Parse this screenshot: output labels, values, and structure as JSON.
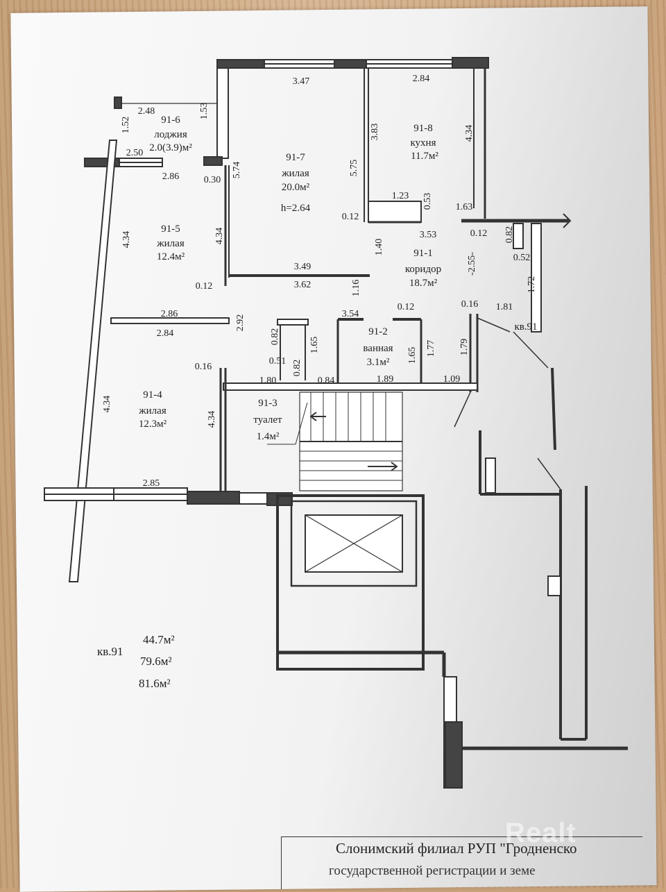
{
  "rooms": {
    "r916": {
      "id": "91-6",
      "name": "лоджия",
      "area": "2.0(3.9)м²"
    },
    "r917": {
      "id": "91-7",
      "name": "жилая",
      "area": "20.0м²",
      "height": "h=2.64"
    },
    "r918": {
      "id": "91-8",
      "name": "кухня",
      "area": "11.7м²"
    },
    "r915": {
      "id": "91-5",
      "name": "жилая",
      "area": "12.4м²"
    },
    "r911": {
      "id": "91-1",
      "name": "коридор",
      "area": "18.7м²"
    },
    "r912": {
      "id": "91-2",
      "name": "ванная",
      "area": "3.1м²"
    },
    "r913": {
      "id": "91-3",
      "name": "туалет",
      "area": "1.4м²"
    },
    "r914": {
      "id": "91-4",
      "name": "жилая",
      "area": "12.3м²"
    }
  },
  "dims": {
    "d347": "3.47",
    "d284a": "2.84",
    "d248": "2.48",
    "d153": "1.53",
    "d152": "1.52",
    "d250": "2.50",
    "d286a": "2.86",
    "d030": "0.30",
    "d574": "5.74",
    "d383": "3.83",
    "d434a": "4.34",
    "d575": "5.75",
    "d123": "1.23",
    "d053": "0.53",
    "d012a": "0.12",
    "d163": "1.63",
    "d353": "3.53",
    "d012b": "0.12",
    "d082a": "0.82",
    "d052": "0.52",
    "d434b": "4.34",
    "d434c": "4.34",
    "d140": "1.40",
    "d255": "-2.55-",
    "d349": "3.49",
    "d362": "3.62",
    "d012c": "0.12",
    "d116": "1.16",
    "d172": "1.72",
    "d354": "3.54",
    "d012d": "0.12",
    "d016a": "0.16",
    "d181": "1.81",
    "d286b": "2.86",
    "d292": "2.92",
    "d284b": "2.84",
    "d082b": "0.82",
    "d165a": "1.65",
    "d165b": "1.65",
    "d177": "1.77",
    "d179": "1.79",
    "d051": "0.51",
    "d082c": "0.82",
    "d016b": "0.16",
    "d180": "1.80",
    "d084": "0.84",
    "d189": "1.89",
    "d109": "1.09",
    "d434d": "4.34",
    "d434e": "4.34",
    "d285": "2.85"
  },
  "apt_label": "кв.91",
  "totals": {
    "label": "кв.91",
    "a1": "44.7м²",
    "a2": "79.6м²",
    "a3": "81.6м²"
  },
  "footer": {
    "line1": "Слонимский филиал РУП \"Гродненско",
    "line2": "государственной регистрации и земе"
  },
  "watermark": "Realt"
}
